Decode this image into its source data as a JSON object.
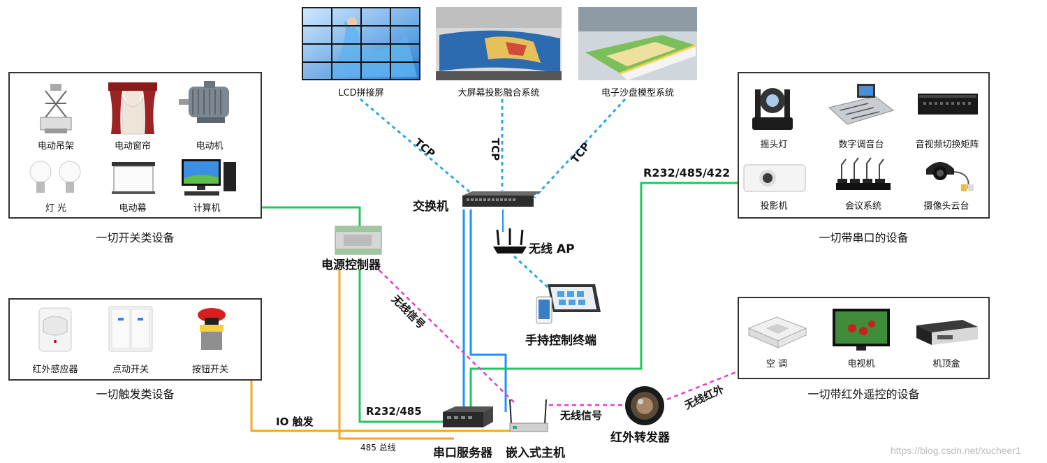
{
  "displays": [
    {
      "label": "LCD拼接屏",
      "icon": "lcd-video-wall-icon"
    },
    {
      "label": "大屏幕投影融合系统",
      "icon": "projection-fusion-icon"
    },
    {
      "label": "电子沙盘模型系统",
      "icon": "sand-table-icon"
    }
  ],
  "tcp_labels": [
    "TCP",
    "TCP",
    "TCP"
  ],
  "switch_group": {
    "title": "一切开关类设备",
    "items": [
      {
        "label": "电动吊架",
        "icon": "motorized-lift-icon"
      },
      {
        "label": "电动窗帘",
        "icon": "motorized-curtain-icon"
      },
      {
        "label": "电动机",
        "icon": "electric-motor-icon"
      },
      {
        "label": "灯    光",
        "icon": "light-bulbs-icon"
      },
      {
        "label": "电动幕",
        "icon": "projection-screen-icon"
      },
      {
        "label": "计算机",
        "icon": "computer-icon"
      }
    ]
  },
  "trigger_group": {
    "title": "一切触发类设备",
    "items": [
      {
        "label": "红外感应器",
        "icon": "infrared-sensor-icon"
      },
      {
        "label": "点动开关",
        "icon": "wall-switch-icon"
      },
      {
        "label": "按钮开关",
        "icon": "push-button-icon"
      }
    ]
  },
  "serial_group": {
    "title": "一切带串口的设备",
    "items": [
      {
        "label": "摇头灯",
        "icon": "moving-head-light-icon"
      },
      {
        "label": "数字调音台",
        "icon": "mixing-console-icon"
      },
      {
        "label": "音视频切换矩阵",
        "icon": "av-matrix-icon"
      },
      {
        "label": "投影机",
        "icon": "projector-icon"
      },
      {
        "label": "会议系统",
        "icon": "conference-system-icon"
      },
      {
        "label": "摄像头云台",
        "icon": "ptz-camera-icon"
      }
    ]
  },
  "ir_group": {
    "title": "一切带红外遥控的设备",
    "items": [
      {
        "label": "空  调",
        "icon": "air-conditioner-icon"
      },
      {
        "label": "电视机",
        "icon": "television-icon"
      },
      {
        "label": "机顶盒",
        "icon": "set-top-box-icon"
      }
    ]
  },
  "nodes": {
    "switch": "交换机",
    "wireless_ap": "无线 AP",
    "handheld": "手持控制终端",
    "power_controller": "电源控制器",
    "serial_server": "串口服务器",
    "embedded_host": "嵌入式主机",
    "ir_transmitter": "红外转发器"
  },
  "link_labels": {
    "rs_serial": "R232/485/422",
    "wireless_signal_diag": "无线信号",
    "wireless_signal": "无线信号",
    "wireless_ir": "无线红外",
    "io_trigger": "IO 触发",
    "r232_485": "R232/485",
    "bus_485": "485 总线"
  },
  "watermark": "https://blog.csdn.net/xucheer1",
  "colors": {
    "tcp": "#29a8e0",
    "green": "#22c55e",
    "orange": "#f5a623",
    "wireless": "#e63bd0",
    "blue_wire": "#1e90ff"
  }
}
